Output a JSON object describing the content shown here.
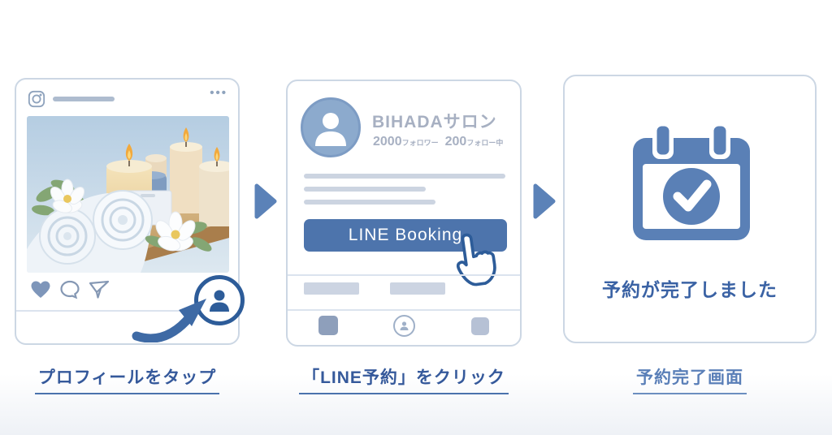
{
  "colors": {
    "accent_blue": "#4d74ac",
    "dark_blue": "#2d5c99",
    "arrow_blue": "#5b82b8",
    "calendar_blue": "#5a80b6",
    "caption_blue": "#35599b",
    "caption_blue_light": "#5a7fb8",
    "card_border": "#ccd7e4",
    "muted_gray_text": "#a7b0c2",
    "placeholder_gray": "#ccd4e1"
  },
  "icons": {
    "instagram-icon": "camera outline glyph",
    "more-options-icon": "three dots",
    "heart-icon": "filled heart",
    "comment-icon": "speech bubble outline",
    "send-icon": "paper plane outline",
    "person-icon": "person silhouette",
    "pointer-arrow-icon": "curved arrow",
    "flow-arrow-icon": "right triangle",
    "cursor-hand-icon": "hand pointer",
    "calendar-check-icon": "calendar with checkmark"
  },
  "step1": {
    "caption": "プロフィールをタップ",
    "post": {
      "more_options": "•••"
    }
  },
  "step2": {
    "caption": "「LINE予約」をクリック",
    "profile_name": "BIHADAサロン",
    "followers_count": "2000",
    "followers_label": "フォロワー",
    "following_count": "200",
    "following_label": "フォロー中",
    "button_label": "LINE Booking"
  },
  "step3": {
    "caption": "予約完了画面",
    "message": "予約が完了しました"
  }
}
